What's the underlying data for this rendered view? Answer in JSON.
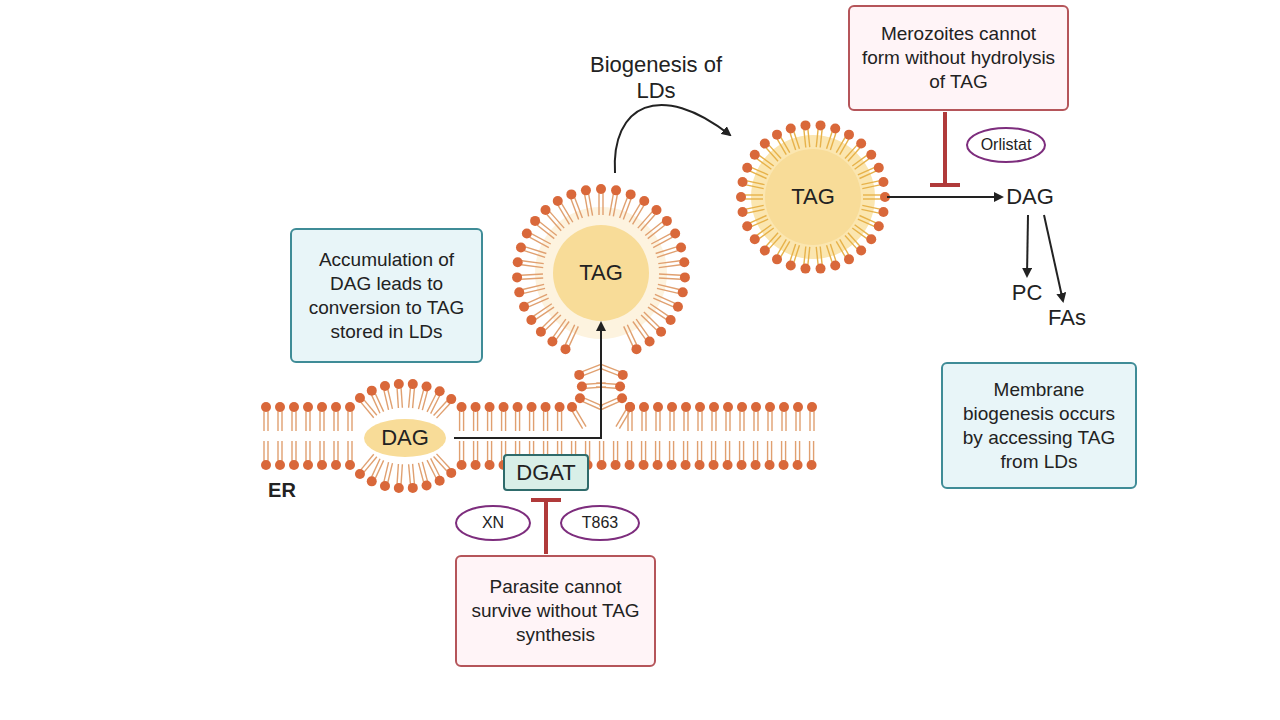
{
  "diagram": {
    "nodes": [
      {
        "text": [
          "Merozoites cannot form without hydrolysis of TAG"
        ]
      },
      {
        "text": [
          "Orlistat"
        ]
      },
      {
        "text": [
          "TAG"
        ]
      },
      {
        "text": [
          "DAG"
        ]
      },
      {
        "text": [
          "PC"
        ]
      },
      {
        "text": [
          "FAs"
        ]
      },
      {
        "text": [
          "Accumulation of DAG leads to conversion to TAG stored in LDs"
        ]
      },
      {
        "text": [
          "TAG"
        ]
      },
      {
        "text": [
          "Membrane biogenesis occurs by accessing TAG from LDs"
        ]
      },
      {
        "text": [
          "DAG"
        ]
      },
      {
        "text": [
          "DGAT"
        ]
      },
      {
        "text": [
          "XN"
        ]
      },
      {
        "text": [
          "T863"
        ]
      },
      {
        "text": [
          "Parasite cannot survive without TAG synthesis"
        ]
      }
    ],
    "edges": [
      {
        "from": 9,
        "to": 7,
        "arrow": "to"
      },
      {
        "from": 7,
        "to": 2,
        "arrow": "to"
      },
      {
        "from": 2,
        "to": 3,
        "arrow": "to"
      },
      {
        "from": 3,
        "to": 4,
        "arrow": "to"
      },
      {
        "from": 3,
        "to": 5,
        "arrow": "to"
      },
      {
        "from": 13,
        "to": 10,
        "arrow": "to"
      }
    ],
    "labels": [
      "Biogenesis of LDs",
      "ER"
    ]
  }
}
